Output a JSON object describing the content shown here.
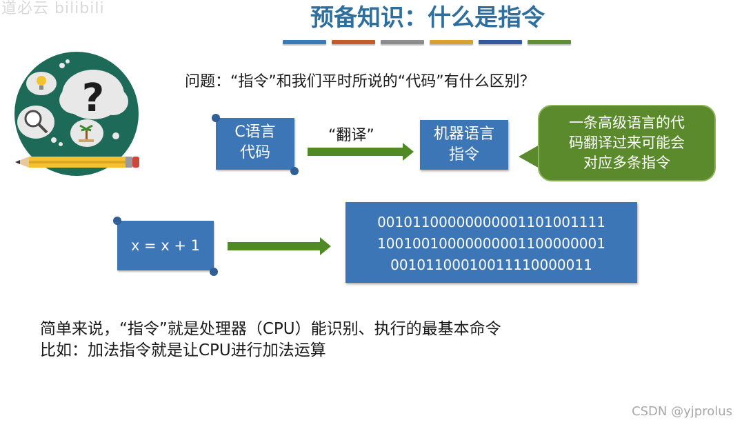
{
  "watermark_top": "道必云 bilibili",
  "title": "预备知识：什么是指令",
  "accent_colors": [
    "#3a7ab7",
    "#c45a2c",
    "#8c8c8c",
    "#d9a22e",
    "#2f5a9e",
    "#5d8f36"
  ],
  "question": "问题：“指令”和我们平时所说的“代码”有什么区别？",
  "c_scroll": {
    "line1": "C语言",
    "line2": "代码"
  },
  "translate_label": "“翻译”",
  "machine_box": {
    "line1": "机器语言",
    "line2": "指令"
  },
  "callout": {
    "line1": "一条高级语言的代",
    "line2": "码翻译过来可能会",
    "line3": "对应多条指令"
  },
  "expr_scroll": "x = x + 1",
  "binary": [
    "00101100000000001101001111",
    "10010010000000001100000001",
    "00101100010011110000011"
  ],
  "summary": {
    "line1": "简单来说，“指令”就是处理器（CPU）能识别、执行的最基本命令",
    "line2": "比如：加法指令就是让CPU进行加法运算"
  },
  "credit": "CSDN @yjprolus",
  "icons": [
    "thinking-head-icon",
    "question-mark-icon",
    "lightbulb-icon",
    "magnifier-icon",
    "palm-tree-icon",
    "pencil-icon"
  ]
}
